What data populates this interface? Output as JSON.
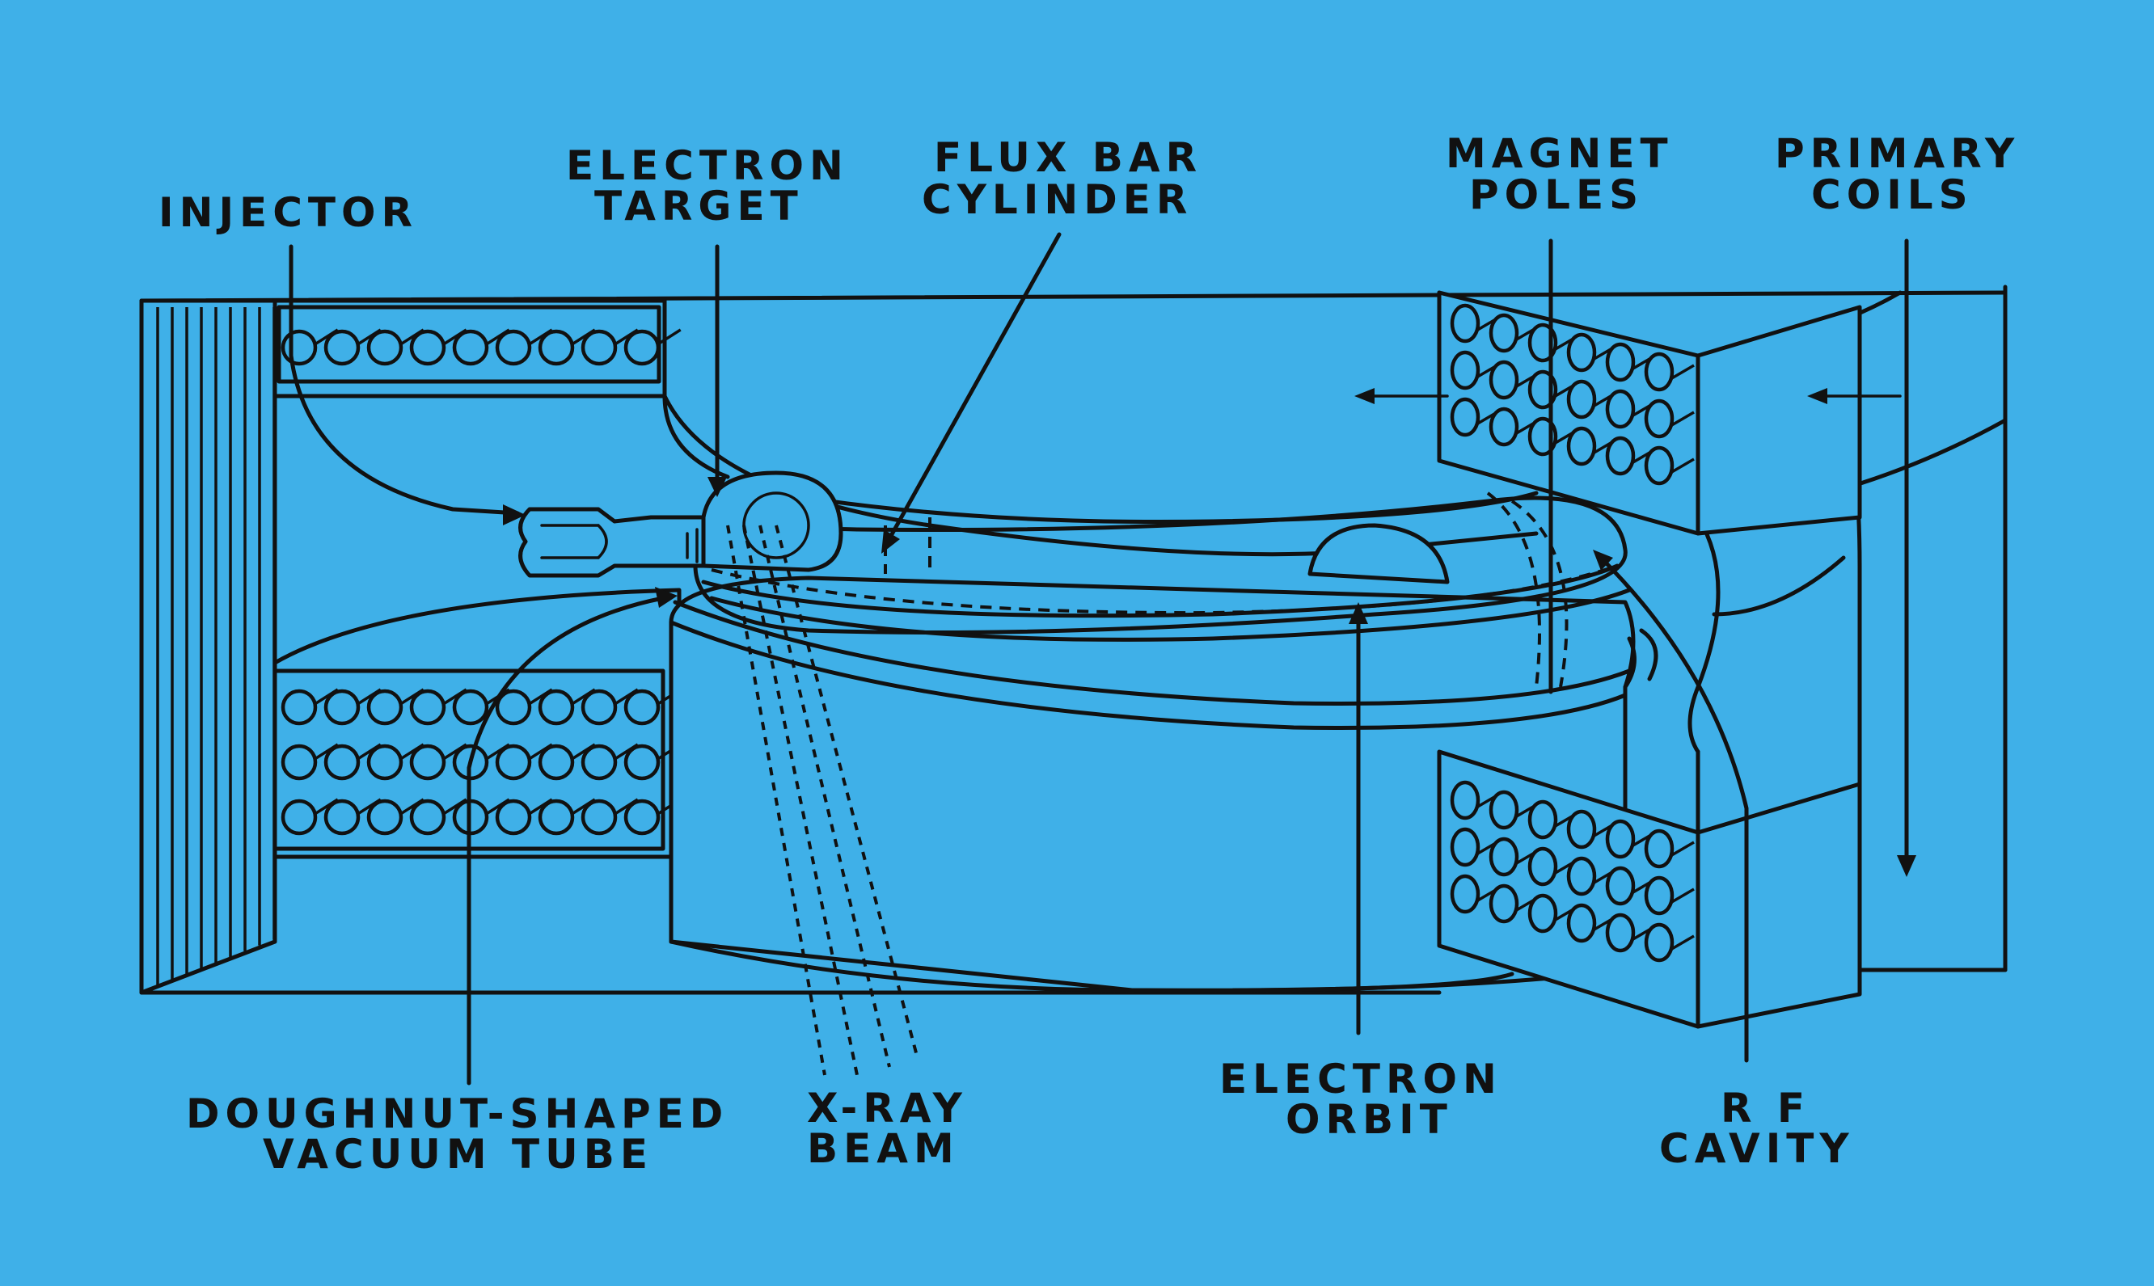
{
  "diagram": {
    "labels": {
      "injector": "INJECTOR",
      "electron_target_line1": "ELECTRON",
      "electron_target_line2": "TARGET",
      "flux_bar_line1": "FLUX BAR",
      "flux_bar_line2": "CYLINDER",
      "magnet_poles_line1": "MAGNET",
      "magnet_poles_line2": "POLES",
      "primary_coils_line1": "PRIMARY",
      "primary_coils_line2": "COILS",
      "vacuum_tube_line1": "DOUGHNUT-SHAPED",
      "vacuum_tube_line2": "VACUUM TUBE",
      "xray_line1": "X-RAY",
      "xray_line2": "BEAM",
      "electron_orbit_line1": "ELECTRON",
      "electron_orbit_line2": "ORBIT",
      "rf_cavity_line1": "R F",
      "rf_cavity_line2": "CAVITY"
    },
    "colors": {
      "background": "#3fb0e8",
      "ink": "#111111"
    }
  }
}
